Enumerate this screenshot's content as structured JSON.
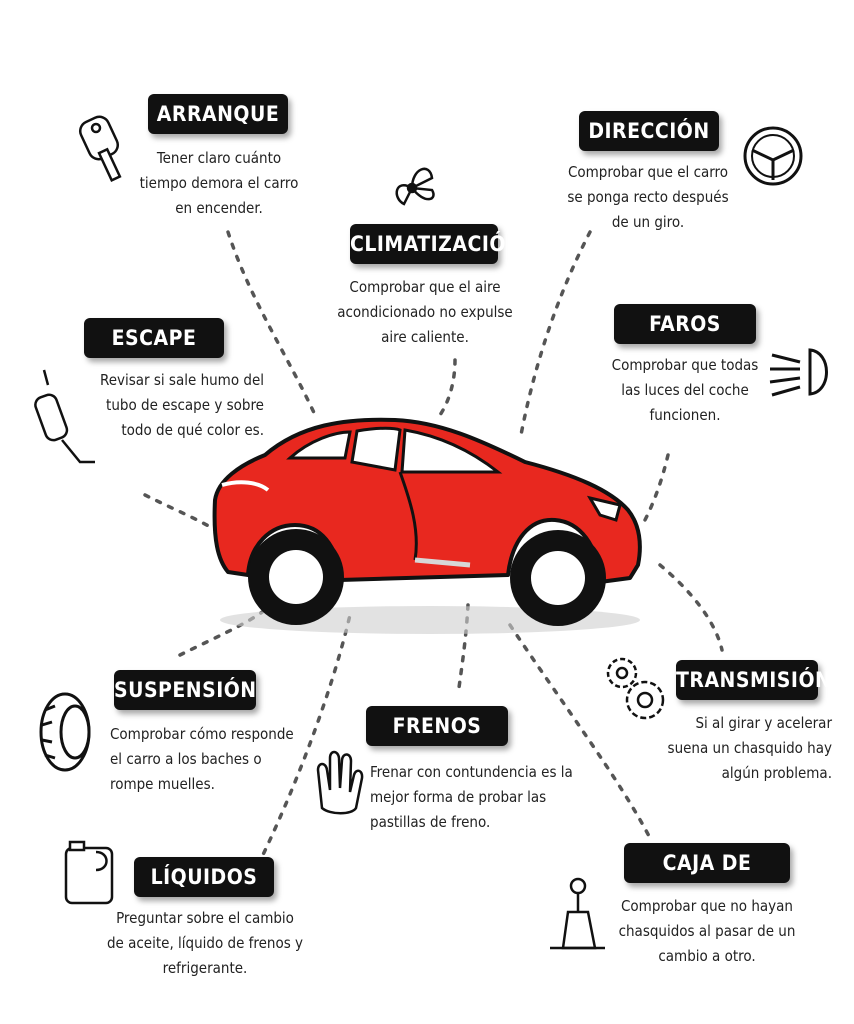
{
  "colors": {
    "car_body": "#e8281f",
    "label_bg": "#111111",
    "label_text": "#ffffff",
    "text": "#222222"
  },
  "sections": {
    "arranque": {
      "title": "ARRANQUE",
      "lines": [
        "Tener claro cuánto",
        "tiempo demora el carro",
        "en encender."
      ],
      "icon": "key-icon"
    },
    "direccion": {
      "title": "DIRECCIÓN",
      "lines": [
        "Comprobar que el carro",
        "se ponga recto después",
        "de un giro."
      ],
      "icon": "steering-wheel-icon"
    },
    "climatizacion": {
      "title": "CLIMATIZACIÓN",
      "lines": [
        "Comprobar que el aire",
        "acondicionado no expulse",
        "aire caliente."
      ],
      "icon": "fan-icon"
    },
    "faros": {
      "title": "FAROS",
      "lines": [
        "Comprobar que todas",
        "las luces del coche",
        "funcionen."
      ],
      "icon": "headlight-icon"
    },
    "escape": {
      "title": "ESCAPE",
      "lines": [
        "Revisar si sale humo del",
        "tubo de escape y sobre",
        "todo de qué color es."
      ],
      "icon": "exhaust-pipe-icon"
    },
    "transmision": {
      "title": "TRANSMISIÓN",
      "lines": [
        "Si al girar y acelerar",
        "suena un chasquido hay",
        "algún problema."
      ],
      "icon": "gears-icon"
    },
    "suspension": {
      "title": "SUSPENSIÓN",
      "lines": [
        "Comprobar cómo responde",
        "el carro a los baches o",
        "rompe muelles."
      ],
      "icon": "tire-icon"
    },
    "frenos": {
      "title": "FRENOS",
      "lines": [
        "Frenar con contundencia es la",
        "mejor forma de probar las",
        "pastillas de freno."
      ],
      "icon": "hand-stop-icon"
    },
    "liquidos": {
      "title": "LÍQUIDOS",
      "lines": [
        "Preguntar sobre el cambio",
        "de aceite, líquido de frenos y",
        "refrigerante."
      ],
      "icon": "fluid-jug-icon"
    },
    "caja": {
      "title": "CAJA DE CAMBIOS",
      "lines": [
        "Comprobar que no hayan",
        "chasquidos al pasar de un",
        "cambio a otro."
      ],
      "icon": "gear-shifter-icon"
    }
  }
}
